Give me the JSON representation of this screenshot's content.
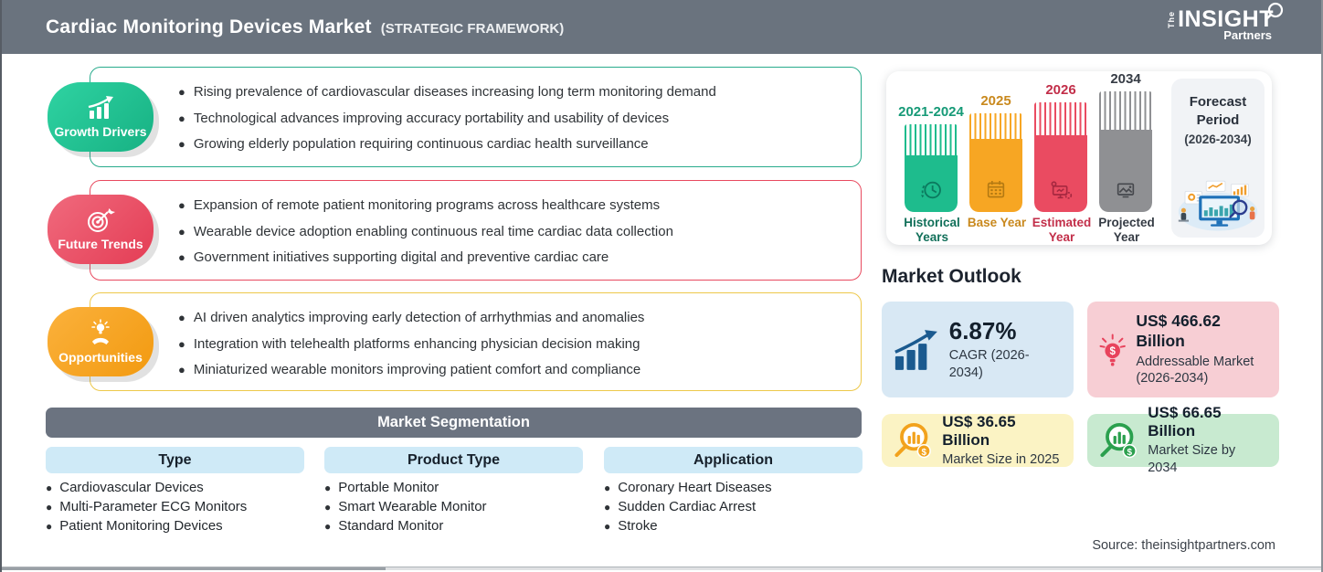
{
  "header": {
    "title": "Cardiac Monitoring Devices Market",
    "subtitle": "(STRATEGIC FRAMEWORK)",
    "logo_the": "The",
    "logo_insight": "INSIGHT",
    "logo_partners": "Partners"
  },
  "sections": [
    {
      "label": "Growth Drivers",
      "icon": "growth-chart-icon",
      "color": "#1ebc8d",
      "bullets": [
        "Rising prevalence of cardiovascular diseases increasing long term monitoring demand",
        "Technological advances improving accuracy portability and usability of devices",
        "Growing elderly population requiring continuous cardiac health surveillance"
      ]
    },
    {
      "label": "Future Trends",
      "icon": "target-dart-icon",
      "color": "#e84a5f",
      "bullets": [
        "Expansion of remote patient monitoring programs across healthcare systems",
        "Wearable device adoption enabling continuous real time cardiac data collection",
        "Government initiatives supporting digital and preventive cardiac care"
      ]
    },
    {
      "label": "Opportunities",
      "icon": "lightbulb-hand-icon",
      "color": "#f5a31f",
      "border_color": "#edc84a",
      "bullets": [
        "AI driven analytics improving early detection of arrhythmias and anomalies",
        "Integration with telehealth platforms enhancing physician decision making",
        "Miniaturized wearable monitors improving patient comfort and compliance"
      ]
    }
  ],
  "segmentation": {
    "title": "Market Segmentation",
    "columns": [
      {
        "header": "Type",
        "items": [
          "Cardiovascular Devices",
          "Multi-Parameter ECG Monitors",
          "Patient Monitoring Devices"
        ]
      },
      {
        "header": "Product Type",
        "items": [
          "Portable Monitor",
          "Smart Wearable Monitor",
          "Standard Monitor"
        ]
      },
      {
        "header": "Application",
        "items": [
          "Coronary Heart Diseases",
          "Sudden Cardiac Arrest",
          "Stroke"
        ]
      }
    ]
  },
  "timeline": {
    "bars": [
      {
        "year": "2021-2024",
        "label": "Historical Years",
        "color": "#1ebc8d",
        "text_color": "#169a77",
        "icon": "history-clock-icon"
      },
      {
        "year": "2025",
        "label": "Base Year",
        "color": "#f7a623",
        "text_color": "#c9891e",
        "icon": "calendar-icon"
      },
      {
        "year": "2026",
        "label": "Estimated Year",
        "color": "#ea4b61",
        "text_color": "#c22e49",
        "icon": "monitor-gear-icon"
      },
      {
        "year": "2034",
        "label": "Projected Year",
        "color": "#8f9093",
        "text_color": "#363c45",
        "icon": "projection-image-icon"
      }
    ],
    "forecast_line1": "Forecast",
    "forecast_line2": "Period",
    "forecast_range": "(2026-2034)"
  },
  "outlook": {
    "title": "Market Outlook",
    "cards": [
      {
        "value": "6.87%",
        "label": "CAGR (2026-2034)",
        "bg": "#d8e8f4",
        "icon": "growth-bars-arrow-icon"
      },
      {
        "value": "US$ 466.62 Billion",
        "label": "Addressable Market (2026-2034)",
        "bg": "#f7ced4",
        "icon": "dollar-bulb-icon"
      },
      {
        "value": "US$ 36.65 Billion",
        "label": "Market Size in 2025",
        "bg": "#fbf3c4",
        "icon": "magnifier-chart-orange-icon"
      },
      {
        "value": "US$ 66.65 Billion",
        "label": "Market Size by 2034",
        "bg": "#c8ead0",
        "icon": "magnifier-chart-green-icon"
      }
    ]
  },
  "source": "Source: theinsightpartners.com"
}
